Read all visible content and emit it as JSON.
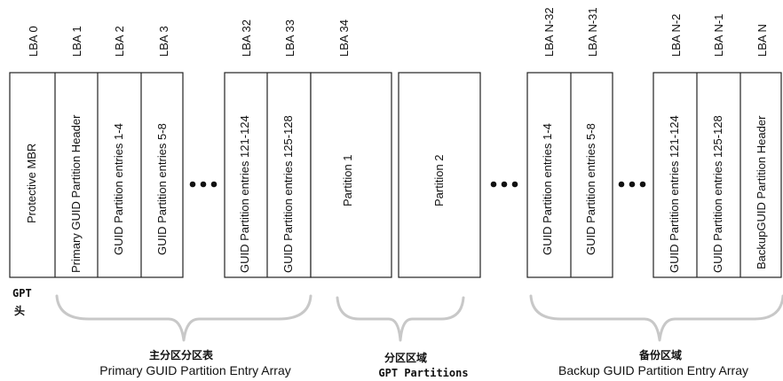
{
  "lba_labels": [
    "LBA 0",
    "LBA 1",
    "LBA 2",
    "LBA 3",
    "LBA 32",
    "LBA 33",
    "LBA 34",
    "LBA N-32",
    "LBA N-31",
    "LBA N-2",
    "LBA N-1",
    "LBA N"
  ],
  "blocks": {
    "protective_mbr": "Protective MBR",
    "primary_header": "Primary GUID Partition Header",
    "entries_1_4": "GUID Partition entries 1-4",
    "entries_5_8": "GUID Partition entries 5-8",
    "entries_121_124": "GUID Partition entries 121-124",
    "entries_125_128": "GUID Partition entries 125-128",
    "partition_1": "Partition 1",
    "partition_2": "Partition 2",
    "backup_entries_1_4": "GUID Partition entries 1-4",
    "backup_entries_5_8": "GUID Partition entries 5-8",
    "backup_entries_121_124": "GUID Partition entries 121-124",
    "backup_entries_125_128": "GUID Partition entries 125-128",
    "backup_header": "BackupGUID Partition Header"
  },
  "gpt_head": {
    "line1": "GPT",
    "line2": "头"
  },
  "groups": {
    "primary": {
      "cn": "主分区分区表",
      "en": "Primary GUID Partition Entry Array"
    },
    "partitions": {
      "cn": "分区区域",
      "en": "GPT Partitions"
    },
    "backup": {
      "cn": "备份区域",
      "en": "Backup GUID Partition Entry Array"
    }
  }
}
